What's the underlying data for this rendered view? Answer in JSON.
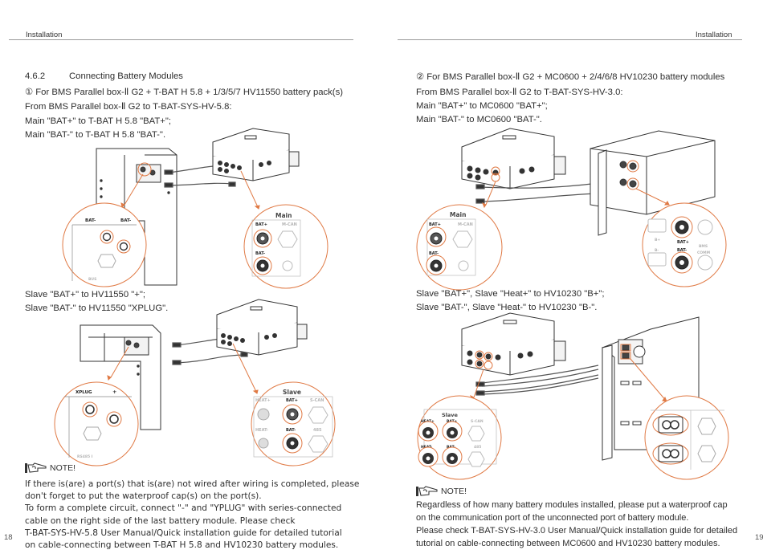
{
  "pages": {
    "left": {
      "running_head": "Installation",
      "page_number": "18",
      "section_number": "4.6.2",
      "section_title": "Connecting Battery Modules",
      "case_heading": "① For BMS Parallel box-Ⅱ G2 + T-BAT H 5.8 + 1/3/5/7 HV11550 battery pack(s)",
      "main_intro": "From BMS Parallel box-Ⅱ G2 to T-BAT-SYS-HV-5.8:",
      "main_lines": [
        "Main \"BAT+\" to T-BAT H 5.8 \"BAT+\";",
        "Main \"BAT-\" to T-BAT H 5.8 \"BAT-\"."
      ],
      "slave_lines": [
        "Slave \"BAT+\" to HV11550 \"+\";",
        "Slave \"BAT-\" to HV11550 \"XPLUG\"."
      ],
      "diagram_main": {
        "battery_callout_labels": [
          "BAT-",
          "BAT-"
        ],
        "battery_callout_footer": "BUS",
        "box_callout_title": "Main",
        "box_callout_labels": [
          "BAT+",
          "M-CAN",
          "BAT-"
        ]
      },
      "diagram_slave": {
        "battery_callout_labels": [
          "XPLUG",
          "+"
        ],
        "battery_callout_footer": "RS485 I",
        "box_callout_title": "Slave",
        "box_callout_labels": [
          "HEAT+",
          "BAT+",
          "S-CAN",
          "HEAT-",
          "BAT-",
          "485"
        ]
      },
      "note": {
        "label": "NOTE!",
        "icon": "pointing-hand-icon",
        "lines": [
          "If there is(are) a port(s) that is(are) not wired after wiring is completed, please",
          "don't forget to put the waterproof cap(s) on the port(s).",
          "To form a complete circuit, connect \"-\" and \"YPLUG\" with series-connected",
          "cable on the right side of the last battery module. Please check",
          "T-BAT-SYS-HV-5.8 User Manual/Quick installation guide for detailed tutorial",
          "on cable-connecting between T-BAT H 5.8 and HV10230 battery modules."
        ]
      }
    },
    "right": {
      "running_head": "Installation",
      "page_number": "19",
      "case_heading": "② For BMS Parallel box-Ⅱ G2 + MC0600 + 2/4/6/8 HV10230 battery modules",
      "main_intro": "From BMS Parallel box-Ⅱ G2 to T-BAT-SYS-HV-3.0:",
      "main_lines": [
        "Main \"BAT+\" to MC0600 \"BAT+\";",
        "Main \"BAT-\" to MC0600 \"BAT-\"."
      ],
      "slave_lines": [
        "Slave \"BAT+\", Slave \"Heat+\" to HV10230 \"B+\";",
        "Slave \"BAT-\", Slave \"Heat-\" to HV10230 \"B-\"."
      ],
      "diagram_main": {
        "box_callout_title": "Main",
        "box_callout_labels": [
          "BAT+",
          "M-CAN",
          "BAT-"
        ],
        "mc_callout_labels": [
          "B+",
          "BAT+",
          "BMS",
          "B-",
          "BAT-",
          "COMM"
        ]
      },
      "diagram_slave": {
        "box_callout_title": "Slave",
        "box_callout_labels": [
          "HEAT+",
          "BAT+",
          "S-CAN",
          "HEAT-",
          "BAT-",
          "485"
        ]
      },
      "note": {
        "label": "NOTE!",
        "icon": "pointing-hand-icon",
        "lines": [
          "Regardless of how many battery modules installed, please put a waterproof cap",
          "on the communication port of the unconnected port of battery module.",
          "Please check T-BAT-SYS-HV-3.0 User Manual/Quick installation guide for detailed",
          "tutorial on cable-connecting between MC0600 and HV10230 battery modules."
        ]
      }
    }
  },
  "colors": {
    "accent_orange": "#e07a45",
    "rule_grey": "#9a9a9a",
    "text": "#2e2e2e"
  }
}
